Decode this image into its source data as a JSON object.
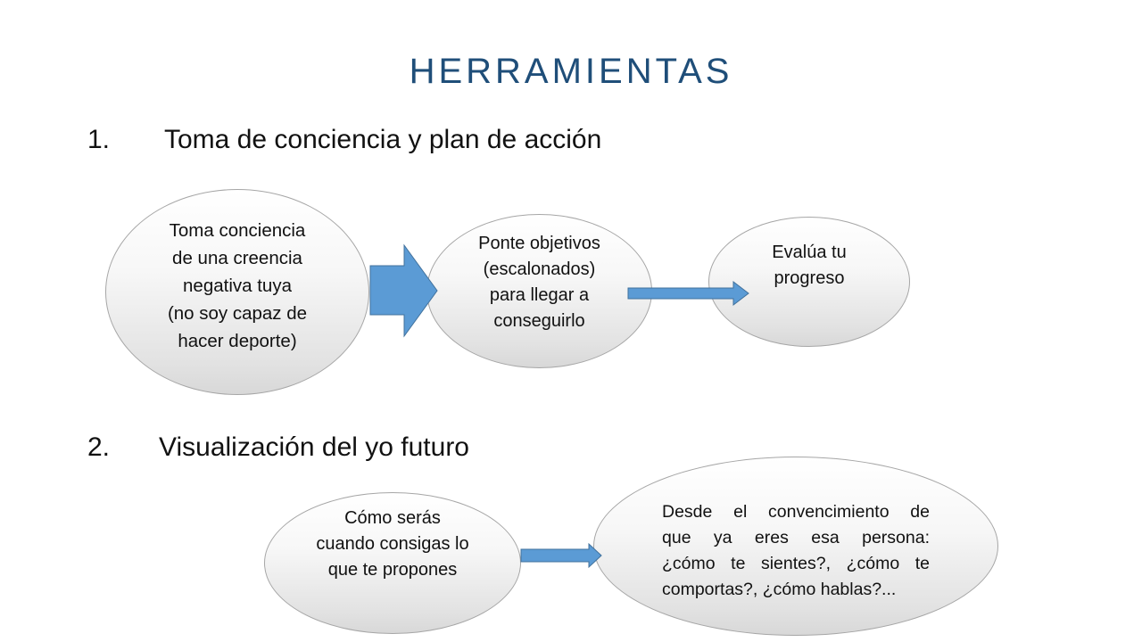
{
  "slide": {
    "title": "HERRAMIENTAS",
    "sections": [
      {
        "number": "1.",
        "heading": "Toma de conciencia y plan de acción",
        "nodes": [
          {
            "lines": [
              "Toma conciencia",
              "de una creencia",
              "negativa tuya",
              "(no soy capaz de",
              "hacer deporte)"
            ]
          },
          {
            "lines": [
              "Ponte objetivos",
              "(escalonados)",
              "para llegar a",
              "conseguirlo"
            ]
          },
          {
            "lines": [
              "Evalúa tu",
              "progreso"
            ]
          }
        ]
      },
      {
        "number": "2.",
        "heading": "Visualización del yo futuro",
        "nodes": [
          {
            "lines": [
              "Cómo serás",
              "cuando consigas lo",
              "que te propones"
            ]
          },
          {
            "lines": [
              "Desde el convencimiento de",
              "que ya eres esa persona:",
              "¿cómo te sientes?, ¿cómo te",
              "comportas?, ¿cómo hablas?..."
            ]
          }
        ]
      }
    ],
    "colors": {
      "title": "#1F4E79",
      "arrow_fill": "#5B9BD5",
      "arrow_stroke": "#41719C",
      "ellipse_border": "#A6A6A6"
    }
  }
}
